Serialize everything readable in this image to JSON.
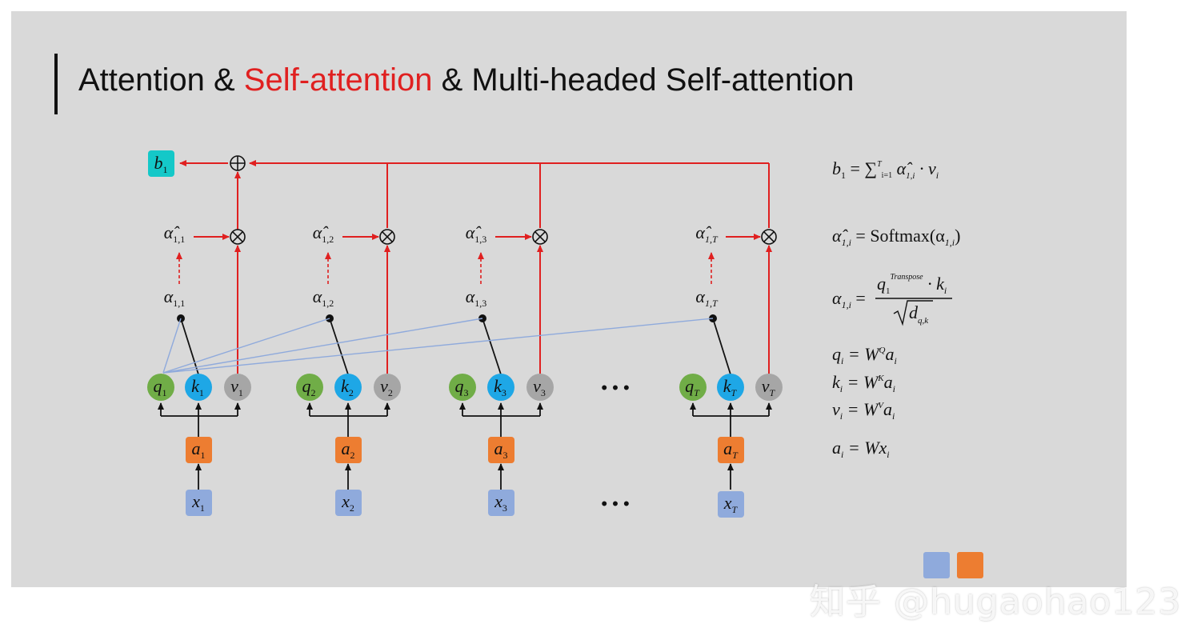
{
  "title": {
    "part1": "Attention & ",
    "part2": "Self-attention",
    "part3": " & Multi-headed Self-attention"
  },
  "colors": {
    "red": "#e02020",
    "q_green": "#70ad47",
    "k_blue": "#1ea7e6",
    "v_gray": "#a6a6a6",
    "a_orange": "#ed7d31",
    "x_blue": "#8faadc",
    "b_teal": "#14c8c8",
    "attn_line": "#8faadc"
  },
  "diagram": {
    "output": {
      "base": "b",
      "sub": "1"
    },
    "groups": [
      {
        "q": "1",
        "k": "1",
        "v": "1",
        "a": "1",
        "x": "1",
        "alpha_sub": "1,1",
        "alpha_hat_sub": "1,1"
      },
      {
        "q": "2",
        "k": "2",
        "v": "2",
        "a": "2",
        "x": "2",
        "alpha_sub": "1,2",
        "alpha_hat_sub": "1,2"
      },
      {
        "q": "3",
        "k": "3",
        "v": "3",
        "a": "3",
        "x": "3",
        "alpha_sub": "1,3",
        "alpha_hat_sub": "1,3"
      },
      {
        "q": "T",
        "k": "T",
        "v": "T",
        "a": "T",
        "x": "T",
        "alpha_sub": "1,T",
        "alpha_hat_sub": "1,T"
      }
    ],
    "ellipsis": "• • •",
    "alpha_symbol": "α",
    "alpha_hat_symbol": "α̂"
  },
  "equations": {
    "b": {
      "lhs": "b",
      "lhs_sub": "1",
      "eq": " = ",
      "sum": "∑",
      "sum_sup": "T",
      "sum_sub": "i=1",
      "term": "α̂",
      "term_sub": "1,i",
      "dot": " · v",
      "v_sub": "i"
    },
    "alpha_hat": {
      "lhs": "α̂",
      "lhs_sub": "1,i",
      "rhs": " = Softmax(α",
      "rhs_sub": "1,i",
      "close": ")"
    },
    "alpha": {
      "lhs": "α",
      "lhs_sub": "1,i",
      "eq": " = ",
      "num_q": "q",
      "num_q_sub": "1",
      "num_q_sup": "Transpose",
      "num_dot": " · k",
      "num_k_sub": "i",
      "den_d": "d",
      "den_sub": "q,k"
    },
    "q": {
      "lhs": "q",
      "sub": "i",
      "rhs": " = W",
      "sup": "Q",
      "a": "a",
      "a_sub": "i"
    },
    "k": {
      "lhs": "k",
      "sub": "i",
      "rhs": " = W",
      "sup": "K",
      "a": "a",
      "a_sub": "i"
    },
    "v": {
      "lhs": "v",
      "sub": "i",
      "rhs": " = W",
      "sup": "V",
      "a": "a",
      "a_sub": "i"
    },
    "a": {
      "lhs": "a",
      "sub": "i",
      "rhs": " = Wx",
      "rhs_sub": "i"
    }
  },
  "watermark": "知乎 @hugaohao123"
}
